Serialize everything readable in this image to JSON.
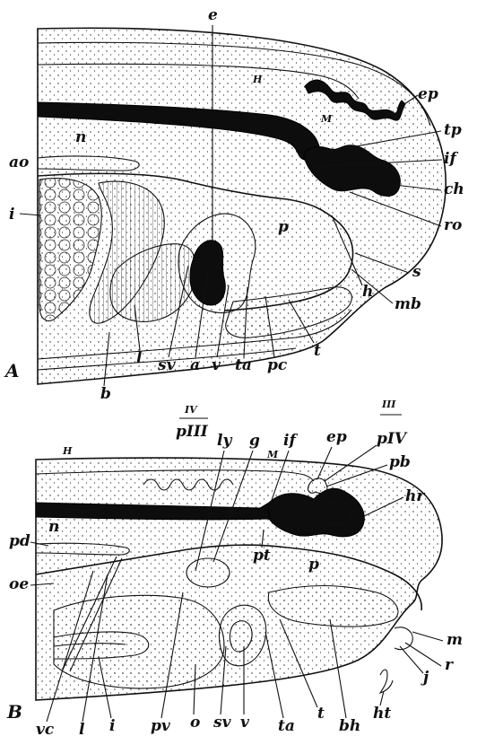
{
  "panels": {
    "A": {
      "panel_label": "A",
      "labels": {
        "e": "e",
        "H": "H",
        "M": "M",
        "ep": "ep",
        "n": "n",
        "tp": "tp",
        "ao": "ao",
        "if": "if",
        "ch": "ch",
        "i": "i",
        "p": "p",
        "ro": "ro",
        "s": "s",
        "mb": "mb",
        "h": "h",
        "t": "t",
        "pc": "pc",
        "ta": "ta",
        "v": "v",
        "a": "a",
        "sv": "sv",
        "l": "l",
        "b": "b"
      }
    },
    "B": {
      "panel_label": "B",
      "stamp_left": "IV",
      "stamp_right": "III",
      "labels": {
        "pIII": "pIII",
        "H": "H",
        "ly": "ly",
        "g": "g",
        "M": "M",
        "if": "if",
        "ep": "ep",
        "pIV": "pIV",
        "pb": "pb",
        "hr": "hr",
        "n": "n",
        "pd": "pd",
        "pt": "pt",
        "p": "p",
        "oe": "oe",
        "m": "m",
        "r": "r",
        "j": "j",
        "ht": "ht",
        "bh": "bh",
        "t": "t",
        "ta": "ta",
        "v": "v",
        "sv": "sv",
        "o": "o",
        "pv": "pv",
        "i": "i",
        "l": "l",
        "vc": "vc"
      }
    }
  }
}
